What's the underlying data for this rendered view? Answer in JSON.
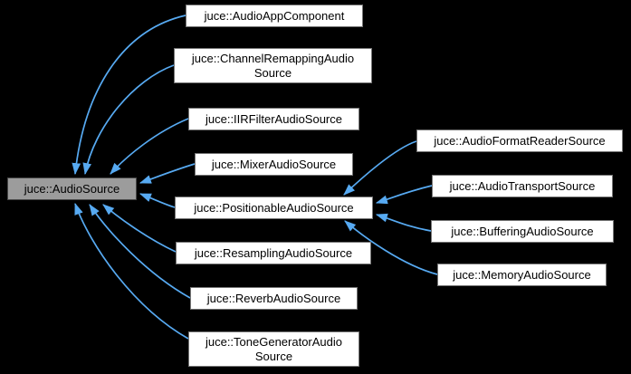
{
  "diagram": {
    "kind": "class-inheritance-graph",
    "colors": {
      "background": "#000000",
      "arrow": "#57aaf2",
      "node_fill": "#ffffff",
      "node_border": "#757575",
      "highlight_fill": "#9c9c9c",
      "highlight_border": "#484848",
      "text": "#000000"
    },
    "nodes": [
      {
        "id": "audio-source",
        "label": "juce::AudioSource",
        "highlighted": true
      },
      {
        "id": "audio-app",
        "label": "juce::AudioAppComponent"
      },
      {
        "id": "channel-remap",
        "label": "juce::ChannelRemappingAudioSource",
        "lines": [
          "juce::ChannelRemappingAudio",
          "Source"
        ]
      },
      {
        "id": "iir-filter",
        "label": "juce::IIRFilterAudioSource"
      },
      {
        "id": "mixer",
        "label": "juce::MixerAudioSource"
      },
      {
        "id": "positionable",
        "label": "juce::PositionableAudioSource"
      },
      {
        "id": "resampling",
        "label": "juce::ResamplingAudioSource"
      },
      {
        "id": "reverb",
        "label": "juce::ReverbAudioSource"
      },
      {
        "id": "tone-generator",
        "label": "juce::ToneGeneratorAudioSource",
        "lines": [
          "juce::ToneGeneratorAudio",
          "Source"
        ]
      },
      {
        "id": "format-reader",
        "label": "juce::AudioFormatReaderSource"
      },
      {
        "id": "transport",
        "label": "juce::AudioTransportSource"
      },
      {
        "id": "buffering",
        "label": "juce::BufferingAudioSource"
      },
      {
        "id": "memory",
        "label": "juce::MemoryAudioSource"
      }
    ],
    "edges": [
      {
        "from": "juce::AudioAppComponent",
        "to": "juce::AudioSource"
      },
      {
        "from": "juce::ChannelRemappingAudioSource",
        "to": "juce::AudioSource"
      },
      {
        "from": "juce::IIRFilterAudioSource",
        "to": "juce::AudioSource"
      },
      {
        "from": "juce::MixerAudioSource",
        "to": "juce::AudioSource"
      },
      {
        "from": "juce::PositionableAudioSource",
        "to": "juce::AudioSource"
      },
      {
        "from": "juce::ResamplingAudioSource",
        "to": "juce::AudioSource"
      },
      {
        "from": "juce::ReverbAudioSource",
        "to": "juce::AudioSource"
      },
      {
        "from": "juce::ToneGeneratorAudioSource",
        "to": "juce::AudioSource"
      },
      {
        "from": "juce::AudioFormatReaderSource",
        "to": "juce::PositionableAudioSource"
      },
      {
        "from": "juce::AudioTransportSource",
        "to": "juce::PositionableAudioSource"
      },
      {
        "from": "juce::BufferingAudioSource",
        "to": "juce::PositionableAudioSource"
      },
      {
        "from": "juce::MemoryAudioSource",
        "to": "juce::PositionableAudioSource"
      }
    ]
  }
}
